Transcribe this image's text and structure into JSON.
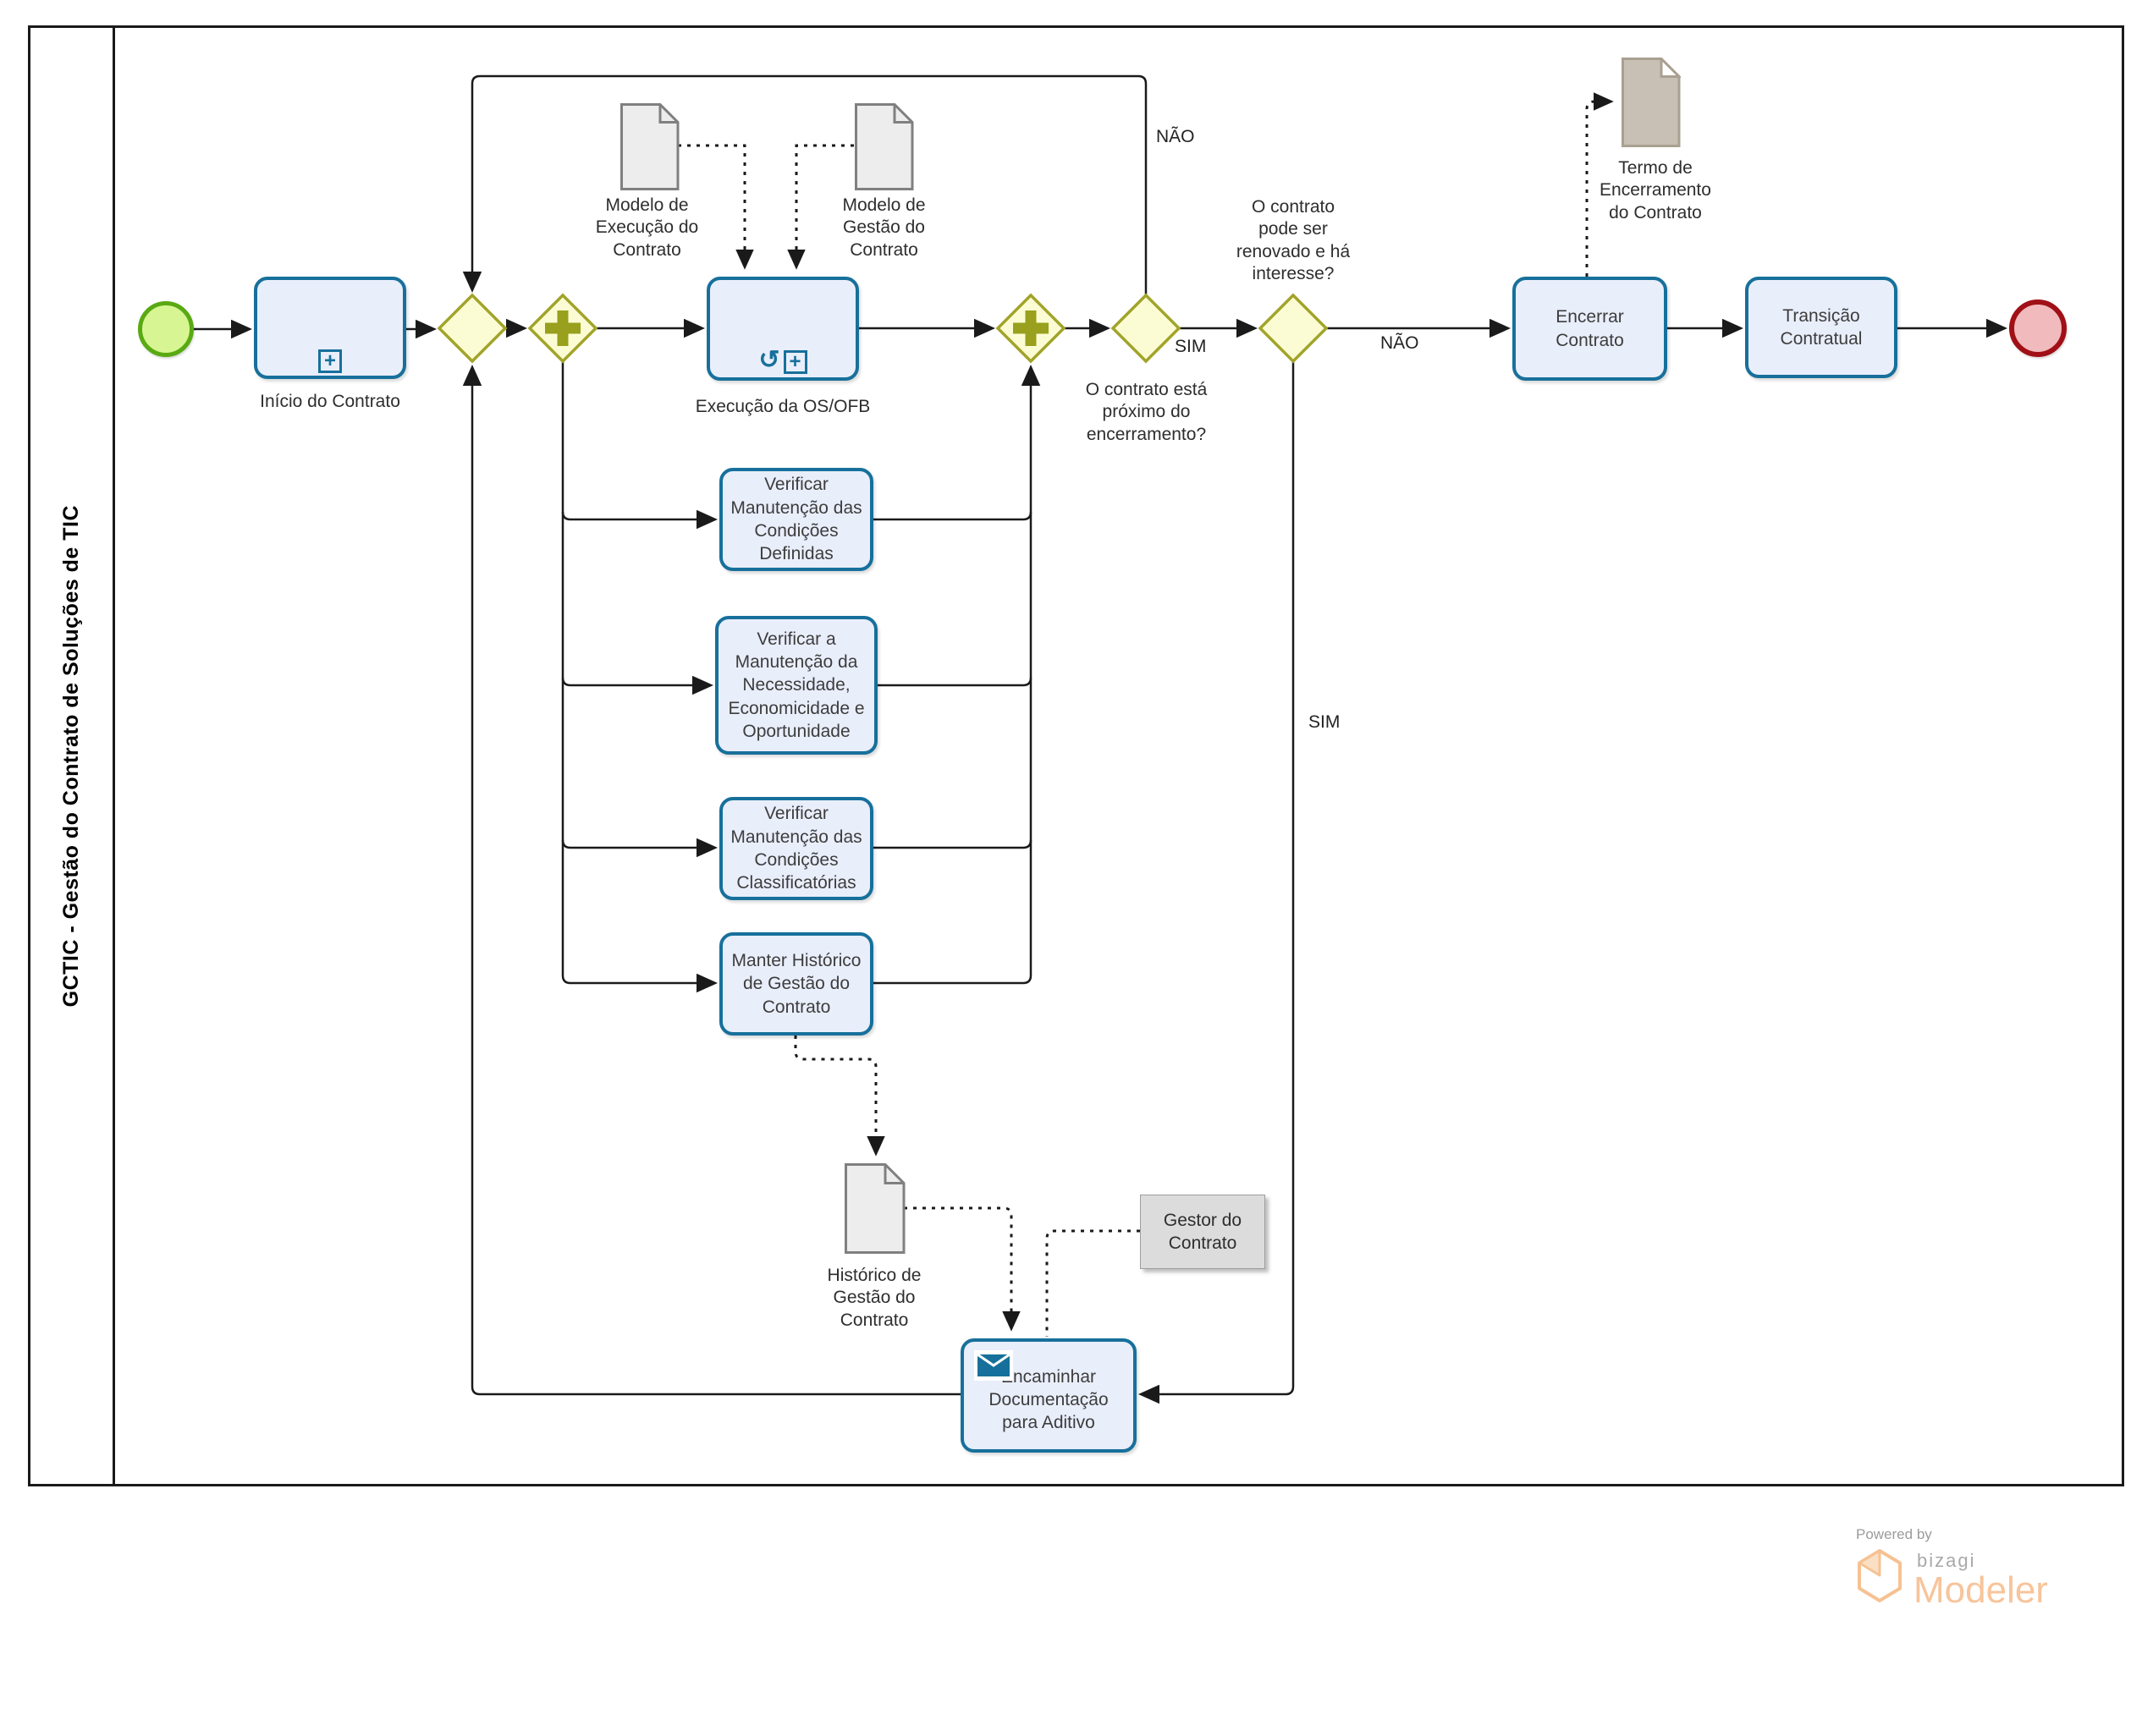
{
  "lane": {
    "title": "GCTIC - Gestão do Contrato de Soluções de TIC"
  },
  "nodes": {
    "inicio": {
      "label": "Início do Contrato"
    },
    "execucao": {
      "label": "Execução da OS/OFB"
    },
    "doc_modelo_execucao": {
      "label": "Modelo de Execução do Contrato"
    },
    "doc_modelo_gestao": {
      "label": "Modelo de Gestão do Contrato"
    },
    "verificar_definidas": {
      "label": "Verificar Manutenção das Condições Definidas"
    },
    "verificar_necessidade": {
      "label": "Verificar a Manutenção da Necessidade, Economicidade e Oportunidade"
    },
    "verificar_classificatorias": {
      "label": "Verificar Manutenção das Condições Classificatórias"
    },
    "manter_historico": {
      "label": "Manter Histórico de Gestão do Contrato"
    },
    "doc_historico": {
      "label": "Histórico de Gestão do Contrato"
    },
    "gestor": {
      "label": "Gestor do Contrato"
    },
    "encaminhar": {
      "label": "Encaminhar Documentação para Aditivo"
    },
    "encerrar": {
      "label": "Encerrar Contrato"
    },
    "doc_termo": {
      "label": "Termo de Encerramento do Contrato"
    },
    "transicao": {
      "label": "Transição Contratual"
    }
  },
  "gateways": {
    "proximo": {
      "question": "O contrato está próximo do encerramento?"
    },
    "renovado": {
      "question": "O contrato pode ser renovado e há interesse?"
    }
  },
  "edge_labels": {
    "nao_top": "NÃO",
    "sim_proximo": "SIM",
    "nao_renovado": "NÃO",
    "sim_renovado": "SIM"
  },
  "footer": {
    "powered_by": "Powered by",
    "brand": "bizagi",
    "product": "Modeler"
  },
  "colors": {
    "task_fill": "#e9eefb",
    "task_border": "#17709b",
    "gateway_fill": "#fcfcd4",
    "gateway_border": "#a2a42a",
    "gateway_plus": "#98a01d",
    "start_fill": "#d7f693",
    "start_border": "#59aa12",
    "end_fill": "#f1babc",
    "end_border": "#a01016",
    "doc_fill": "#ededed",
    "doc_border": "#808080",
    "termo_fill": "#c8c0b5",
    "termo_border": "#a9a091",
    "gestor_fill": "#dcdcdc",
    "connector": "#1a1a1a",
    "logo_orange": "#f8c49a",
    "logo_gray": "#a9a9a9"
  }
}
